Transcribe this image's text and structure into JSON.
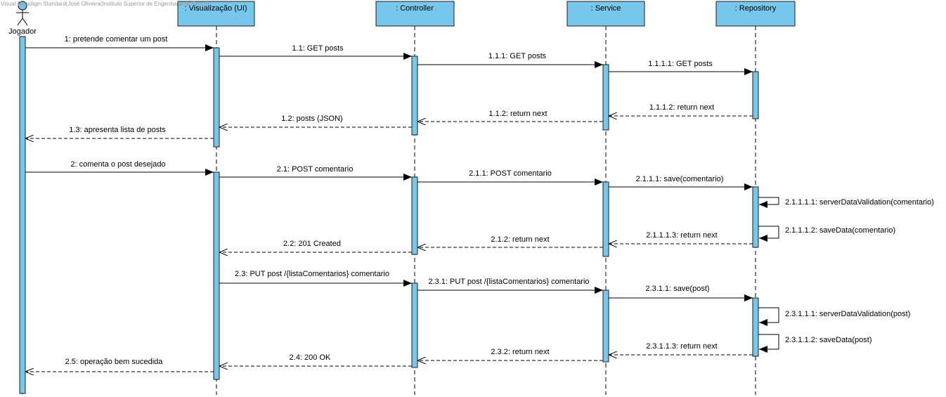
{
  "watermark": "Visual Paradigm Standard(José Oliveira(Instituto Superior de Engenharia do Porto))",
  "colors": {
    "box_fill": "#77c6ec",
    "box_border": "#1f1f1f",
    "activation_fill": "#77c6ec",
    "line": "#000000",
    "lifeline": "#000000"
  },
  "actor": {
    "label": "Jogador",
    "icon": "stick-figure-icon"
  },
  "participants": [
    {
      "id": "ui",
      "label": ": Visualização (UI)"
    },
    {
      "id": "controller",
      "label": ": Controller"
    },
    {
      "id": "service",
      "label": ": Service"
    },
    {
      "id": "repository",
      "label": ": Repository"
    }
  ],
  "messages": [
    {
      "label": "1: pretende comentar um post",
      "from": "actor",
      "to": "ui",
      "kind": "sync"
    },
    {
      "label": "1.1: GET posts",
      "from": "ui",
      "to": "controller",
      "kind": "sync"
    },
    {
      "label": "1.1.1: GET posts",
      "from": "controller",
      "to": "service",
      "kind": "sync"
    },
    {
      "label": "1.1.1.1: GET posts",
      "from": "service",
      "to": "repository",
      "kind": "sync"
    },
    {
      "label": "1.1.1.2: return next",
      "from": "repository",
      "to": "service",
      "kind": "return"
    },
    {
      "label": "1.1.2: return next",
      "from": "service",
      "to": "controller",
      "kind": "return"
    },
    {
      "label": "1.2: posts (JSON)",
      "from": "controller",
      "to": "ui",
      "kind": "return"
    },
    {
      "label": "1.3: apresenta lista de posts",
      "from": "ui",
      "to": "actor",
      "kind": "return"
    },
    {
      "label": "2: comenta o post desejado",
      "from": "actor",
      "to": "ui",
      "kind": "sync"
    },
    {
      "label": "2.1: POST comentario",
      "from": "ui",
      "to": "controller",
      "kind": "sync"
    },
    {
      "label": "2.1.1: POST comentario",
      "from": "controller",
      "to": "service",
      "kind": "sync"
    },
    {
      "label": "2.1.1.1: save(comentario)",
      "from": "service",
      "to": "repository",
      "kind": "sync"
    },
    {
      "label": "2.1.1.1.1: serverDataValidation(comentario)",
      "from": "repository",
      "to": "repository",
      "kind": "self"
    },
    {
      "label": "2.1.1.1.2: saveData(comentario)",
      "from": "repository",
      "to": "repository",
      "kind": "self"
    },
    {
      "label": "2.1.1.1.3: return next",
      "from": "repository",
      "to": "service",
      "kind": "return"
    },
    {
      "label": "2.1.2: return next",
      "from": "service",
      "to": "controller",
      "kind": "return"
    },
    {
      "label": "2.2: 201 Created",
      "from": "controller",
      "to": "ui",
      "kind": "return"
    },
    {
      "label": "2.3: PUT post /{listaComentarios} comentario",
      "from": "ui",
      "to": "controller",
      "kind": "sync"
    },
    {
      "label": "2.3.1: PUT post /{listaComentarios} comentario",
      "from": "controller",
      "to": "service",
      "kind": "sync"
    },
    {
      "label": "2.3.1.1: save(post)",
      "from": "service",
      "to": "repository",
      "kind": "sync"
    },
    {
      "label": "2.3.1.1.1: serverDataValidation(post)",
      "from": "repository",
      "to": "repository",
      "kind": "self"
    },
    {
      "label": "2.3.1.1.2: saveData(post)",
      "from": "repository",
      "to": "repository",
      "kind": "self"
    },
    {
      "label": "2.3.1.1.3: return next",
      "from": "repository",
      "to": "service",
      "kind": "return"
    },
    {
      "label": "2.3.2: return next",
      "from": "service",
      "to": "controller",
      "kind": "return"
    },
    {
      "label": "2.4: 200 OK",
      "from": "controller",
      "to": "ui",
      "kind": "return"
    },
    {
      "label": "2.5: operação bem sucedida",
      "from": "ui",
      "to": "actor",
      "kind": "return"
    }
  ]
}
